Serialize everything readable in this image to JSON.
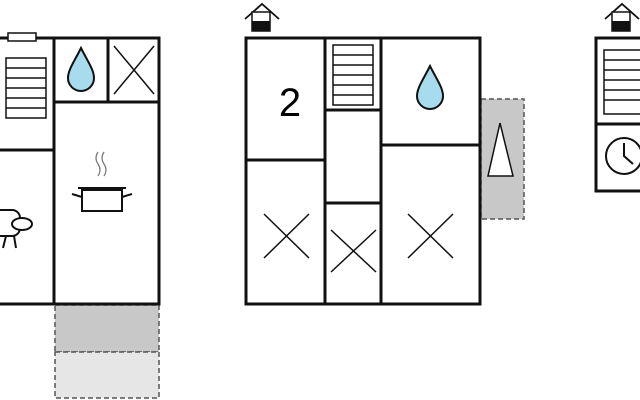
{
  "colors": {
    "wall": "#111111",
    "water": "#a6dced",
    "outdoor_dark": "#c8c8c8",
    "outdoor_light": "#e6e6e6",
    "background": "#ffffff"
  },
  "floors": [
    {
      "name": "left-floor",
      "rooms": [
        {
          "type": "stairs",
          "icon": "stairs-icon"
        },
        {
          "type": "bathroom",
          "icon": "water-drop-icon"
        },
        {
          "type": "room",
          "icon": "cross-icon"
        },
        {
          "type": "kitchen",
          "icon": "cooking-pot-icon"
        },
        {
          "type": "living-room",
          "icon": "armchair-icon"
        }
      ],
      "outdoor": [
        {
          "type": "terrace",
          "shade": "outdoor_dark"
        },
        {
          "type": "terrace",
          "shade": "outdoor_light"
        }
      ]
    },
    {
      "name": "middle-floor",
      "rooms": [
        {
          "type": "bedroom",
          "icon": "bed-count",
          "label": "2"
        },
        {
          "type": "stairs",
          "icon": "stairs-icon"
        },
        {
          "type": "bathroom",
          "icon": "water-drop-icon"
        },
        {
          "type": "room",
          "icon": "cross-icon"
        },
        {
          "type": "room",
          "icon": "cross-icon"
        },
        {
          "type": "room",
          "icon": "cross-icon"
        }
      ],
      "outdoor": [
        {
          "type": "balcony",
          "shade": "outdoor_dark",
          "icon": "triangle-icon"
        }
      ]
    },
    {
      "name": "right-floor",
      "rooms": [
        {
          "type": "stairs",
          "icon": "stairs-icon"
        },
        {
          "type": "sauna",
          "icon": "clock-icon"
        }
      ]
    }
  ],
  "level_markers": [
    {
      "floor": "middle-floor",
      "icon": "house-level-icon"
    },
    {
      "floor": "right-floor",
      "icon": "house-level-icon"
    }
  ]
}
